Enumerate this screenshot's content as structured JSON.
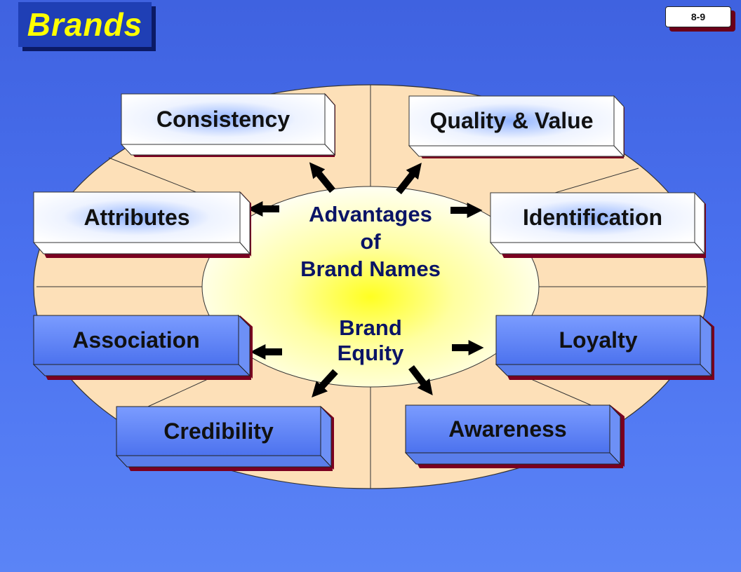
{
  "title": "Brands",
  "page_number": "8-9",
  "center": {
    "line1": "Advantages",
    "line2": "of",
    "line3": "Brand Names",
    "line4": "Brand",
    "line5": "Equity"
  },
  "items": {
    "consistency": "Consistency",
    "quality_value": "Quality & Value",
    "attributes": "Attributes",
    "identification": "Identification",
    "association": "Association",
    "loyalty": "Loyalty",
    "credibility": "Credibility",
    "awareness": "Awareness"
  },
  "colors": {
    "background": "#4b72f0",
    "title_text": "#ffff00",
    "title_box": "#1f3fb5",
    "ellipse": "#fde0b8",
    "center_glow": "#ffff33",
    "white_box": "#ffffff",
    "blue_box": "#5a82f2",
    "box_shadow": "#7a0020"
  }
}
